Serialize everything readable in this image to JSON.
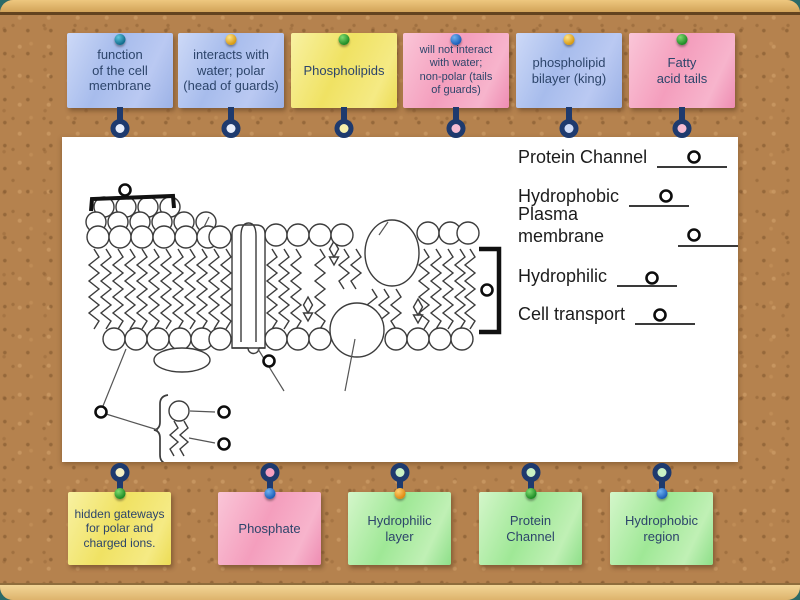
{
  "colors": {
    "page_background": "#2a6a68",
    "cork": "#b5824e",
    "wood_frame": "#d2a359",
    "card_blue": "#a7bcec",
    "card_yellow": "#f0e263",
    "card_pink": "#f49ebd",
    "card_green": "#9fe896",
    "connector_navy": "#1e3a6e",
    "marker_black": "#111111"
  },
  "cards_top": [
    {
      "label": "function\nof the cell\nmembrane",
      "color": "blue",
      "pin": "teal"
    },
    {
      "label": "interacts with\nwater; polar\n(head of guards)",
      "color": "blue",
      "pin": "yellow"
    },
    {
      "label": "Phospholipids",
      "color": "yellow",
      "pin": "green"
    },
    {
      "label": "will not interact\nwith water;\nnon-polar (tails\nof guards)",
      "color": "pink",
      "pin": "blue"
    },
    {
      "label": "phospholipid\nbilayer (king)",
      "color": "blue",
      "pin": "yellow"
    },
    {
      "label": "Fatty\nacid tails",
      "color": "pink",
      "pin": "green"
    }
  ],
  "cards_bottom": [
    {
      "label": "hidden gateways\nfor polar and\ncharged ions.",
      "color": "yellow",
      "pin": "green"
    },
    {
      "label": "Phosphate",
      "color": "pink",
      "pin": "blue"
    },
    {
      "label": "Hydrophilic\nlayer",
      "color": "green",
      "pin": "orange"
    },
    {
      "label": "Protein\nChannel",
      "color": "green",
      "pin": "green"
    },
    {
      "label": "Hydrophobic\nregion",
      "color": "green",
      "pin": "blue"
    }
  ],
  "diagram": {
    "labels": [
      {
        "text": "Protein Channel"
      },
      {
        "text": "Hydrophobic"
      },
      {
        "text": "Plasma membrane"
      },
      {
        "text": "Hydrophilic"
      },
      {
        "text": "Cell transport"
      }
    ],
    "drop_point_names": [
      "membrane-top-bracket",
      "membrane-side-bracket",
      "protein-channel-pointer",
      "phospholipid-pointer",
      "inset-head-pointer",
      "inset-tails-pointer",
      "label-protein-channel",
      "label-hydrophobic",
      "label-plasma-membrane",
      "label-hydrophilic",
      "label-cell-transport"
    ]
  }
}
